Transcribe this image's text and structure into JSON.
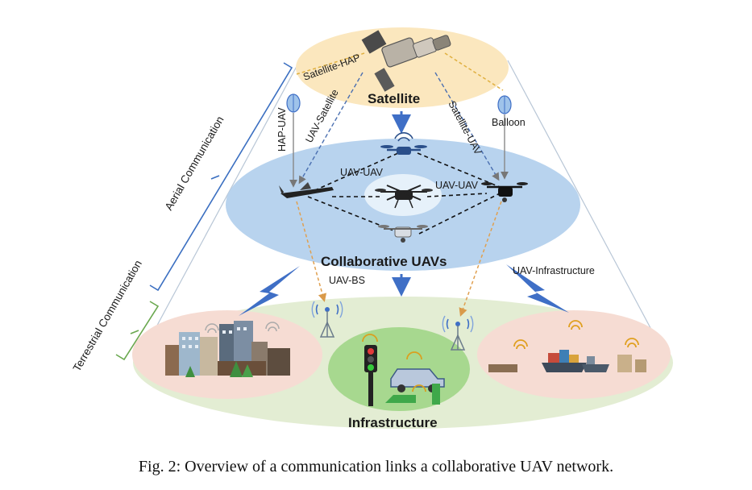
{
  "caption": "Fig. 2: Overview of a communication links a collaborative UAV network.",
  "layers": {
    "satellite": "Satellite",
    "uavs": "Collaborative UAVs",
    "infrastructure": "Infrastructure"
  },
  "side_labels": {
    "aerial": "Aerial Communication",
    "terrestrial": "Terrestrial Communication"
  },
  "links": {
    "satellite_hap": "Satellite-HAP",
    "hap_uav": "HAP-UAV",
    "uav_satellite_left": "UAV-Satellite",
    "satellite_uav_right": "Satellite-UAV",
    "balloon": "Balloon",
    "uav_uav_top": "UAV-UAV",
    "uav_uav_right": "UAV-UAV",
    "uav_bs": "UAV-BS",
    "uav_infrastructure": "UAV-Infrastructure"
  },
  "colors": {
    "satellite_layer": "#fbe7be",
    "uav_layer": "#b8d3ee",
    "ground_layer": "#e3edd3",
    "city_zone": "#f6dcd3",
    "traffic_zone": "#a7d88f",
    "port_zone": "#f6dcd3",
    "arrow_blue": "#3f6fc6",
    "bracket_blue": "#3b6fc1",
    "bracket_green": "#6aa84f",
    "link_orange": "#e0a050"
  }
}
